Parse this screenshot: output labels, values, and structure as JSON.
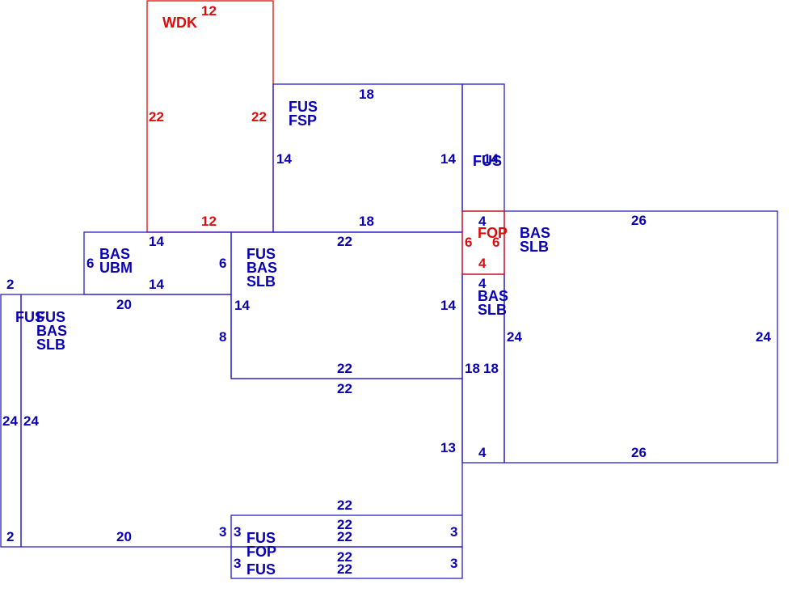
{
  "colors": {
    "structure": "#0a00b4",
    "highlight": "#dd0d0d"
  },
  "sketch": {
    "wdk": {
      "label": "WDK",
      "top": "12",
      "left": "22",
      "right": "22",
      "bottom": "12"
    },
    "fus_fsp": {
      "label1": "FUS",
      "label2": "FSP",
      "top": "18",
      "left": "14",
      "right": "14",
      "bottom": "18"
    },
    "narrow_fus": {
      "label": "FUS",
      "top": "14"
    },
    "fop_small": {
      "label": "FOP",
      "top": "4",
      "left": "6",
      "right": "6",
      "bottom": "4"
    },
    "bas_slb_east": {
      "label1": "BAS",
      "label2": "SLB",
      "top": "26",
      "left": "24",
      "right": "24",
      "bottom": "26"
    },
    "bas_ubm": {
      "label1": "BAS",
      "label2": "UBM",
      "top": "14",
      "left": "6",
      "right": "6",
      "bottom": "14"
    },
    "center": {
      "label1": "FUS",
      "label2": "BAS",
      "label3": "SLB",
      "top": "22",
      "left": "14",
      "right": "14",
      "bottom": "22"
    },
    "narrow_bas": {
      "label1": "BAS",
      "label2": "SLB",
      "top": "4",
      "left": "18",
      "right": "18",
      "bottom": "4"
    },
    "west_strip": {
      "label": "FUS",
      "top": "2",
      "side": "24",
      "bottom": "2"
    },
    "west_main": {
      "label1": "FUS",
      "label2": "BAS",
      "label3": "SLB",
      "top": "20",
      "left": "24",
      "bottom": "20",
      "right_upper": "8",
      "right_lower": "3"
    },
    "south_main": {
      "top": "22",
      "right": "13",
      "bottom": "22"
    },
    "strip_1": {
      "label": "FUS",
      "top": "22",
      "left": "3",
      "right": "3",
      "bottom": "22"
    },
    "strip_2": {
      "label1": "FOP",
      "label2": "FUS",
      "top": "22",
      "left": "3",
      "right": "3",
      "bottom": "22"
    }
  }
}
